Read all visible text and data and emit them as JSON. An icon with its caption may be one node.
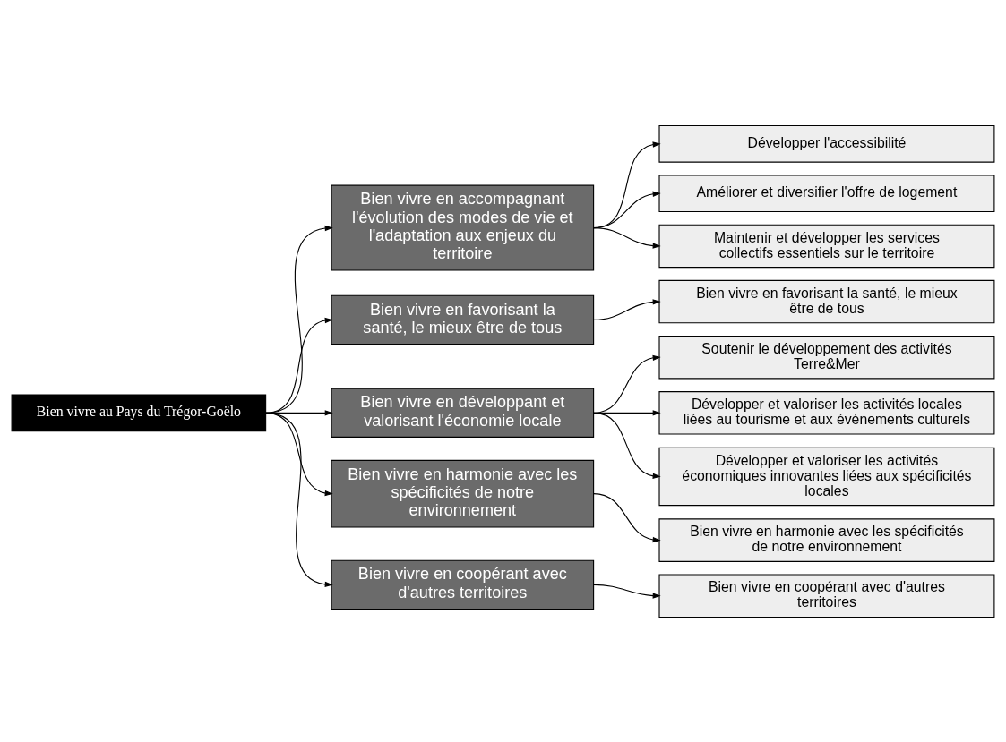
{
  "diagram": {
    "nodes": [
      {
        "text": [
          "Bien vivre au Pays du Trégor-Goëlo"
        ]
      },
      {
        "text": [
          "Bien vivre en accompagnant l'évolution des modes de vie et l'adaptation aux enjeux du territoire"
        ]
      },
      {
        "text": [
          "Bien vivre en favorisant la santé, le mieux être de tous"
        ]
      },
      {
        "text": [
          "Bien vivre en développant et valorisant l'économie locale"
        ]
      },
      {
        "text": [
          "Bien vivre en harmonie avec les spécificités de notre environnement"
        ]
      },
      {
        "text": [
          "Bien vivre en coopérant avec d'autres territoires"
        ]
      },
      {
        "text": [
          "Développer l'accessibilité"
        ]
      },
      {
        "text": [
          "Améliorer et diversifier l'offre de logement"
        ]
      },
      {
        "text": [
          "Maintenir et développer les services collectifs essentiels sur le territoire"
        ]
      },
      {
        "text": [
          "Bien vivre en favorisant la santé, le mieux être de tous"
        ]
      },
      {
        "text": [
          "Soutenir le développement des activités Terre&Mer"
        ]
      },
      {
        "text": [
          "Développer et valoriser les activités locales liées au tourisme et aux événements culturels"
        ]
      },
      {
        "text": [
          "Développer et valoriser les activités économiques innovantes liées aux spécificités locales"
        ]
      },
      {
        "text": [
          "Bien vivre en harmonie avec les spécificités de notre environnement"
        ]
      },
      {
        "text": [
          "Bien vivre en coopérant avec d'autres territoires"
        ]
      }
    ],
    "edges": [
      {
        "from": 0,
        "to": 1,
        "arrow": "to"
      },
      {
        "from": 0,
        "to": 2,
        "arrow": "to"
      },
      {
        "from": 0,
        "to": 3,
        "arrow": "to"
      },
      {
        "from": 0,
        "to": 4,
        "arrow": "to"
      },
      {
        "from": 0,
        "to": 5,
        "arrow": "to"
      },
      {
        "from": 1,
        "to": 6,
        "arrow": "to"
      },
      {
        "from": 1,
        "to": 7,
        "arrow": "to"
      },
      {
        "from": 1,
        "to": 8,
        "arrow": "to"
      },
      {
        "from": 2,
        "to": 9,
        "arrow": "to"
      },
      {
        "from": 3,
        "to": 10,
        "arrow": "to"
      },
      {
        "from": 3,
        "to": 11,
        "arrow": "to"
      },
      {
        "from": 3,
        "to": 12,
        "arrow": "to"
      },
      {
        "from": 4,
        "to": 13,
        "arrow": "to"
      },
      {
        "from": 5,
        "to": 14,
        "arrow": "to"
      }
    ]
  }
}
